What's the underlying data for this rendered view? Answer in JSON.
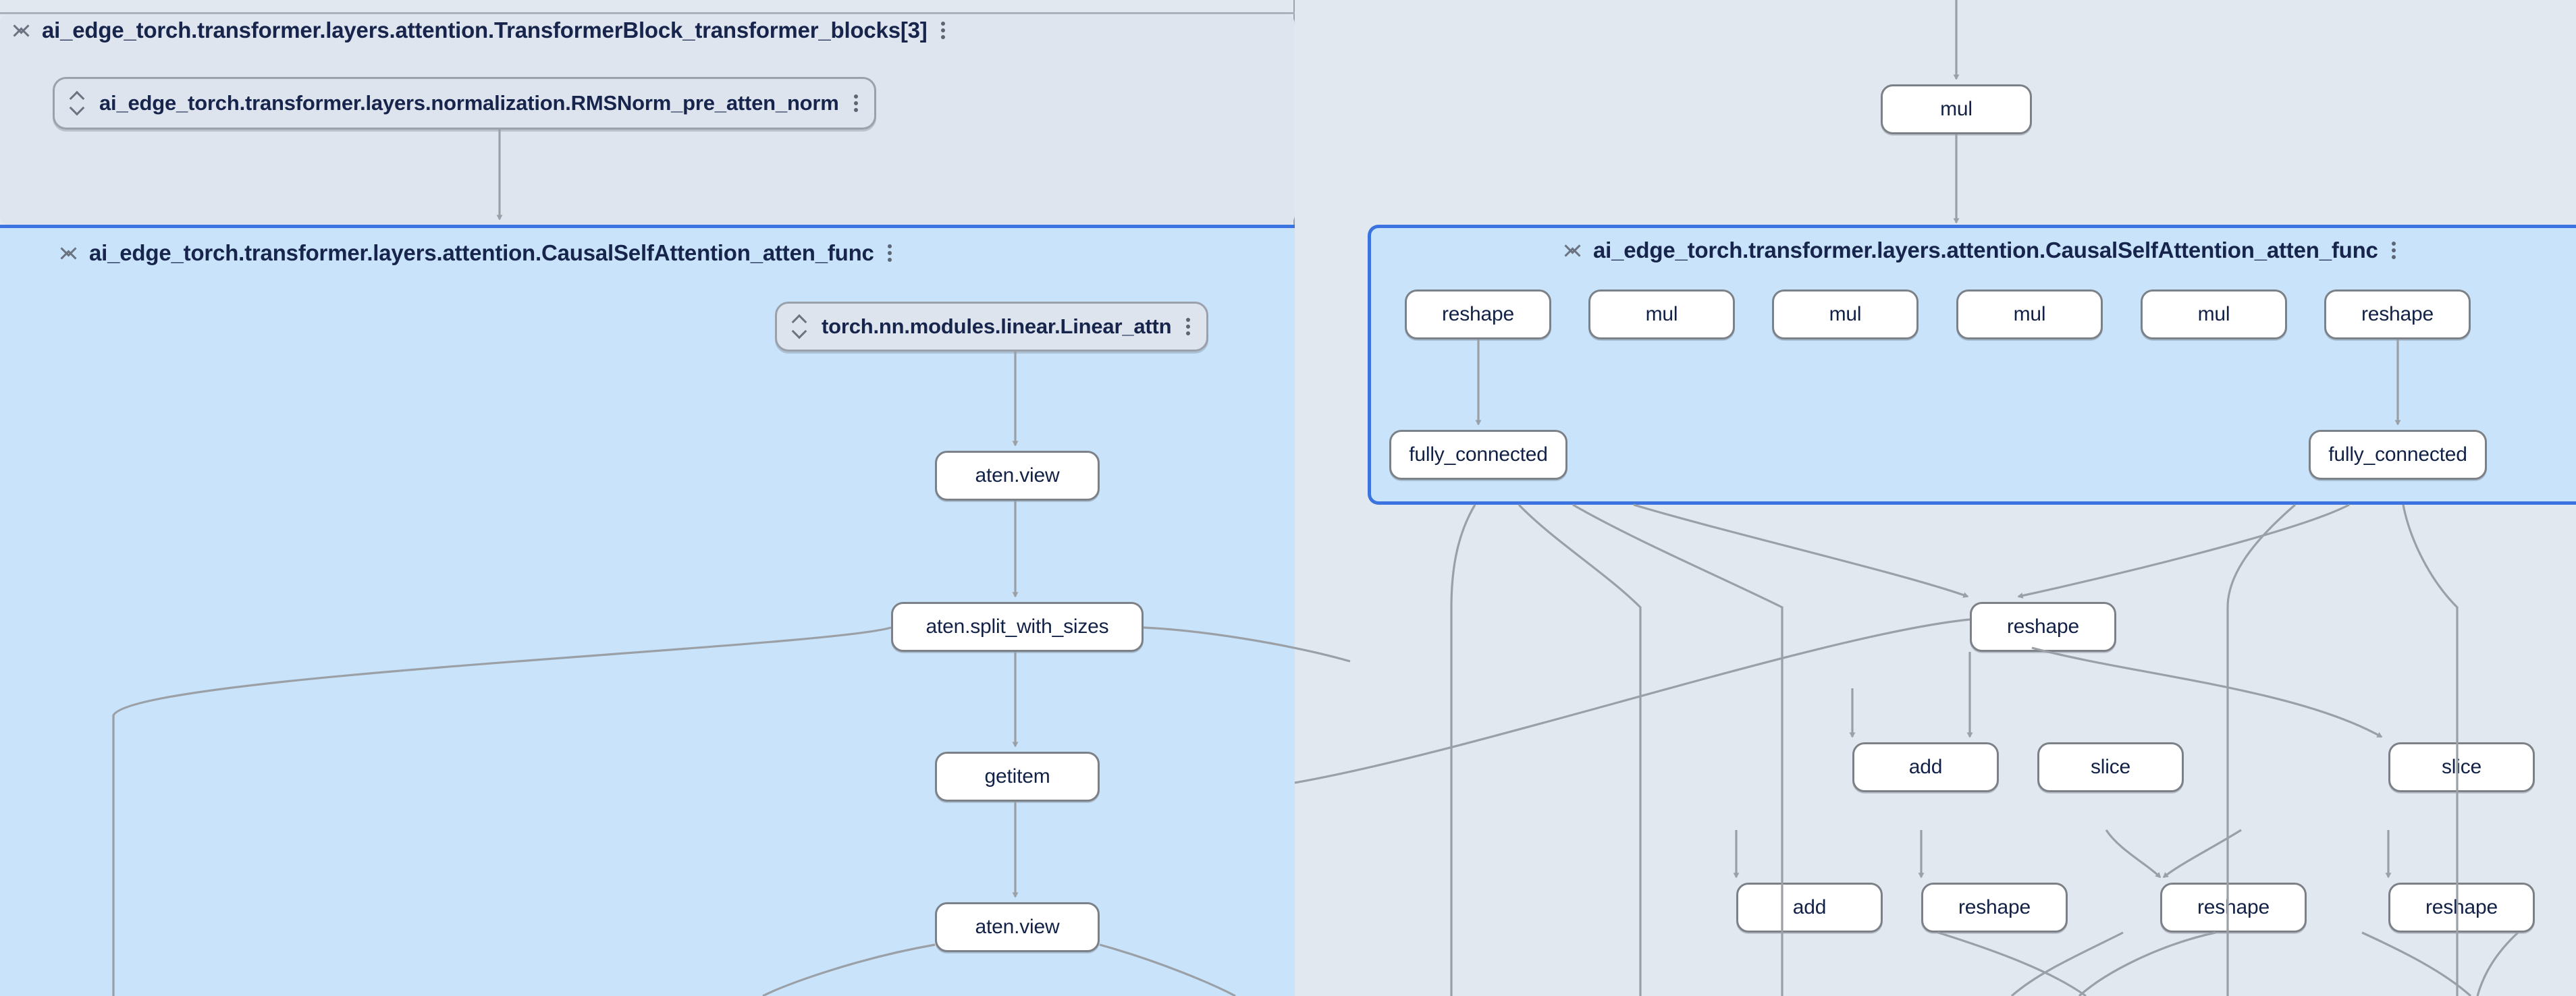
{
  "app": {
    "view": "model-explorer-graph",
    "background_color": "#e2e8f0",
    "selected_group_border_color": "#3b74e0",
    "selected_group_fill_color": "#c9e3fb",
    "node_fill_color": "#ffffff",
    "node_border_color": "#7b8187",
    "edge_color": "#9aa0a6",
    "text_color": "#17244b"
  },
  "left_pane": {
    "root_group": {
      "title": "ai_edge_torch.transformer.layers.attention.TransformerBlock_transformer_blocks[3]",
      "collapse_icon": "collapse-chevrons-icon",
      "menu_icon": "kebab-menu-icon"
    },
    "module_pills": [
      {
        "label": "ai_edge_torch.transformer.layers.normalization.RMSNorm_pre_atten_norm",
        "expand_icon": "expand-chevrons-icon",
        "menu_icon": "kebab-menu-icon"
      },
      {
        "label": "torch.nn.modules.linear.Linear_attn",
        "expand_icon": "expand-chevrons-icon",
        "menu_icon": "kebab-menu-icon"
      }
    ],
    "selected_group": {
      "title": "ai_edge_torch.transformer.layers.attention.CausalSelfAttention_atten_func",
      "collapse_icon": "collapse-chevrons-icon",
      "menu_icon": "kebab-menu-icon",
      "selected": true
    },
    "nodes": [
      {
        "label": "aten.view"
      },
      {
        "label": "aten.split_with_sizes"
      },
      {
        "label": "getitem"
      },
      {
        "label": "aten.view"
      }
    ]
  },
  "right_pane": {
    "top_nodes": [
      {
        "label": "mul"
      }
    ],
    "selected_group": {
      "title": "ai_edge_torch.transformer.layers.attention.CausalSelfAttention_atten_func",
      "collapse_icon": "collapse-chevrons-icon",
      "menu_icon": "kebab-menu-icon",
      "selected": true,
      "inner_row_1": [
        {
          "label": "reshape"
        },
        {
          "label": "mul"
        },
        {
          "label": "mul"
        },
        {
          "label": "mul"
        },
        {
          "label": "mul"
        },
        {
          "label": "reshape"
        }
      ],
      "inner_row_2": [
        {
          "label": "fully_connected"
        },
        {
          "label": "fully_connected"
        }
      ]
    },
    "below_nodes_row_1": [
      {
        "label": "reshape"
      }
    ],
    "below_nodes_row_2": [
      {
        "label": "add"
      },
      {
        "label": "slice"
      },
      {
        "label": "slice"
      }
    ],
    "below_nodes_row_3": [
      {
        "label": "add"
      },
      {
        "label": "reshape"
      },
      {
        "label": "reshape"
      },
      {
        "label": "reshape"
      }
    ]
  }
}
